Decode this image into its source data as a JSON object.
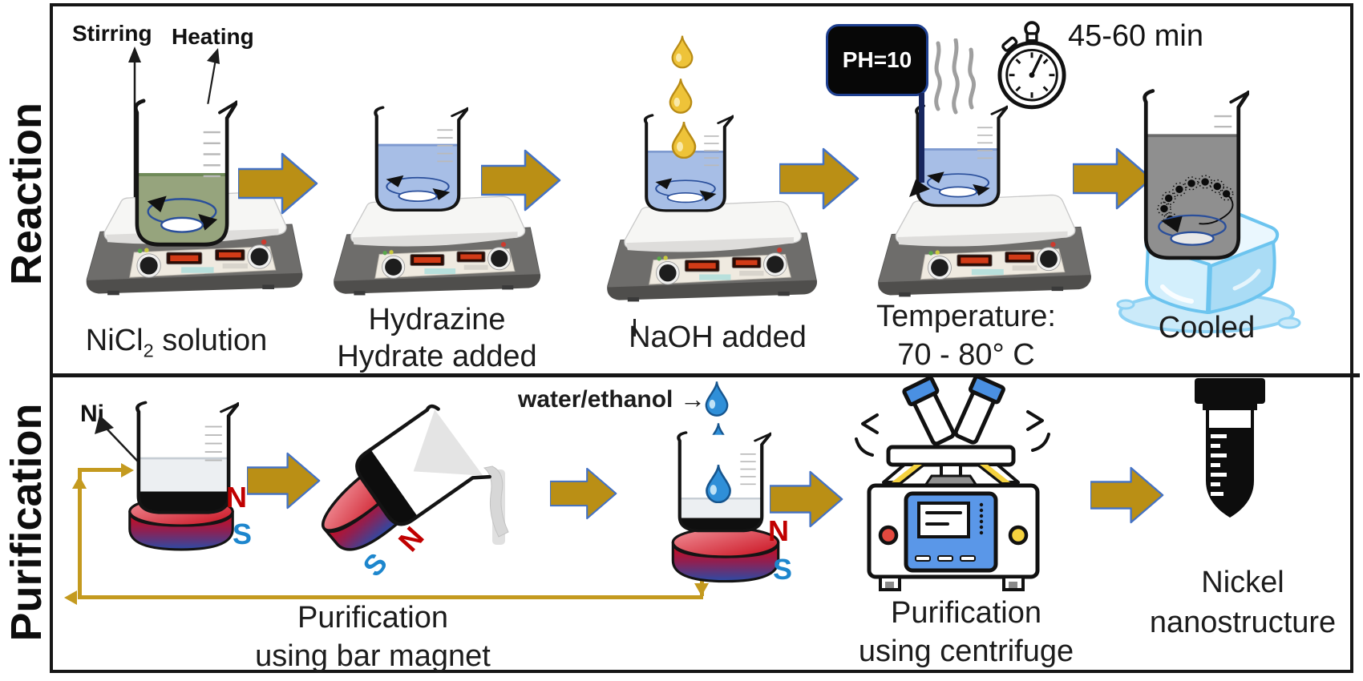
{
  "theme": {
    "gold": "#BA8F15",
    "gold-loop": "#C49A1F",
    "arrow-outline": "#4472C4",
    "ink": "#141414",
    "mag-n": "#C00000",
    "mag-s": "#1D86CD",
    "probe": "#17265E",
    "liquid-green": "#96A47D",
    "liquid-blue": "#A7BEE6",
    "liquid-gray": "#8F8F8F",
    "drop-amber": "#EEC339",
    "drop-blue": "#2F8FD8"
  },
  "sides": {
    "reaction": "Reaction",
    "purification": "Purification"
  },
  "reaction": {
    "stirring": "Stirring",
    "heating": "Heating",
    "nicl2": {
      "prefix": "NiCl",
      "sub": "2",
      "suffix": " solution"
    },
    "hydrazine": {
      "line1": "Hydrazine",
      "line2": "Hydrate added"
    },
    "naoh": "NaOH added",
    "ph_badge": "PH=10",
    "timer": "45-60 min",
    "temperature": {
      "line1": "Temperature:",
      "line2": "70 - 80° C"
    },
    "cooled": "Cooled"
  },
  "purification": {
    "ni": "Ni",
    "magnet": {
      "n": "N",
      "s": "S"
    },
    "water_ethanol": "water/ethanol",
    "arrow_glyph": "→",
    "bar_magnet": {
      "line1": "Purification",
      "line2": "using bar magnet"
    },
    "centrifuge": {
      "line1": "Purification",
      "line2": "using centrifuge"
    },
    "product": {
      "line1": "Nickel",
      "line2": "nanostructure"
    }
  }
}
